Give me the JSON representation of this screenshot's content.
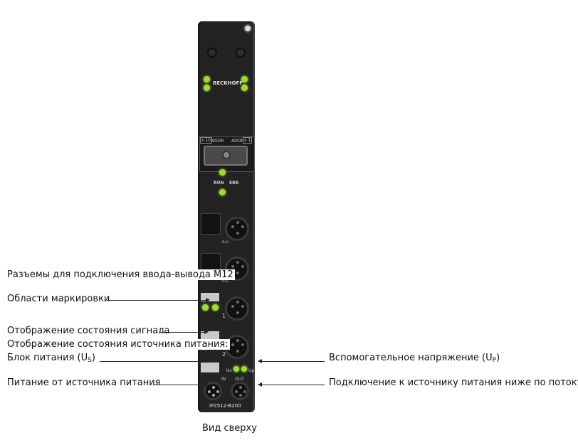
{
  "labels": {
    "m12_io": "Разъемы для подключения ввода-вывода M12",
    "marking": "Области маркировки",
    "signal_status": "Отображение состояния сигнала",
    "supply_status": "Отображение состояния источника питания:",
    "supply_us_text": "Блок питания (U",
    "supply_us_sub": "S",
    "supply_us_close": ")",
    "power_feed": "Питание от источника питания",
    "aux_voltage_text": "Вспомогательное напряжение (U",
    "aux_voltage_sub": "P",
    "aux_voltage_close": ")",
    "downstream": "Подключение к источнику питания ниже по потоку",
    "caption": "Вид сверху"
  },
  "device": {
    "brand": "BECKHOFF",
    "model": "IP2512-B200",
    "addr_left": "ADDR",
    "addr_right": "ADDR",
    "mult_left": "x 10",
    "mult_right": "x 1",
    "run": "RUN",
    "err": "ERR",
    "nc1": "n.c.",
    "nc2": "n.c.",
    "ch1": "1",
    "ch2": "2",
    "us": "Us",
    "up": "Up",
    "in_mark": "IN",
    "out_mark": "OUT"
  },
  "colors": {
    "housing": "#232323",
    "led_green": "#9be021"
  }
}
